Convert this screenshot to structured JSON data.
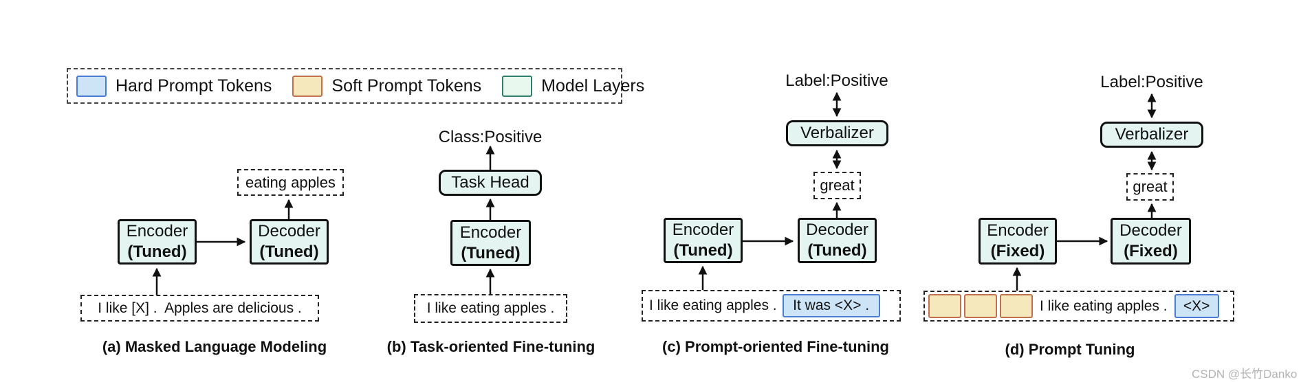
{
  "legend": {
    "items": [
      {
        "label": "Hard Prompt Tokens",
        "fill": "#CDE4F7",
        "border": "#4A7CD6"
      },
      {
        "label": "Soft Prompt Tokens",
        "fill": "#F5E8BC",
        "border": "#C0714B"
      },
      {
        "label": "Model Layers",
        "fill": "#E9F8EF",
        "border": "#2F7D6D"
      }
    ]
  },
  "colors": {
    "background": "#FFFFFF",
    "model_box_fill": "#E4F5F1",
    "box_border": "#111111",
    "hard_prompt_fill": "#CDE4F7",
    "hard_prompt_border": "#4A7CD6",
    "soft_prompt_fill": "#F5E8BC",
    "soft_prompt_border": "#C0714B",
    "watermark": "#B3B3B3"
  },
  "diagram_a": {
    "output_tokens": "eating apples",
    "encoder_line1": "Encoder",
    "encoder_line2": "(Tuned)",
    "decoder_line1": "Decoder",
    "decoder_line2": "(Tuned)",
    "input_text": "I like [X] .  Apples are delicious .",
    "caption": "(a) Masked Language Modeling"
  },
  "diagram_b": {
    "class_label": "Class:Positive",
    "task_head": "Task Head",
    "encoder_line1": "Encoder",
    "encoder_line2": "(Tuned)",
    "input_text": "I like eating apples .",
    "caption": "(b) Task-oriented Fine-tuning"
  },
  "diagram_c": {
    "label": "Label:Positive",
    "verbalizer": "Verbalizer",
    "predicted_token": "great",
    "encoder_line1": "Encoder",
    "encoder_line2": "(Tuned)",
    "decoder_line1": "Decoder",
    "decoder_line2": "(Tuned)",
    "input_text": "I like eating apples .",
    "hard_prompt": "It was <X> .",
    "caption": "(c) Prompt-oriented Fine-tuning"
  },
  "diagram_d": {
    "label": "Label:Positive",
    "verbalizer": "Verbalizer",
    "predicted_token": "great",
    "encoder_line1": "Encoder",
    "encoder_line2": "(Fixed)",
    "decoder_line1": "Decoder",
    "decoder_line2": "(Fixed)",
    "soft_prompt_token_count": 3,
    "input_text": "I like eating apples .",
    "hard_prompt": "<X>",
    "caption": "(d) Prompt Tuning"
  },
  "watermark": "CSDN @长竹Danko"
}
